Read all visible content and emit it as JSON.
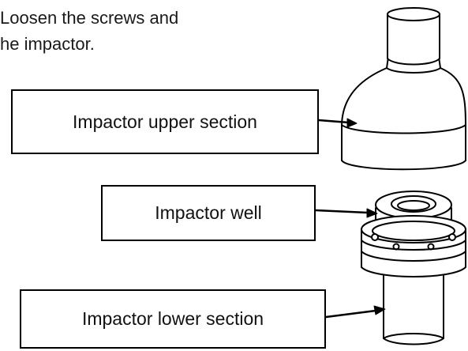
{
  "instruction": {
    "line1": "Loosen the screws and",
    "line2": "he impactor."
  },
  "callouts": {
    "upper": "Impactor upper section",
    "well": "Impactor well",
    "lower": "Impactor lower section"
  },
  "colors": {
    "line": "#000000",
    "text": "#111111",
    "background": "#ffffff"
  }
}
